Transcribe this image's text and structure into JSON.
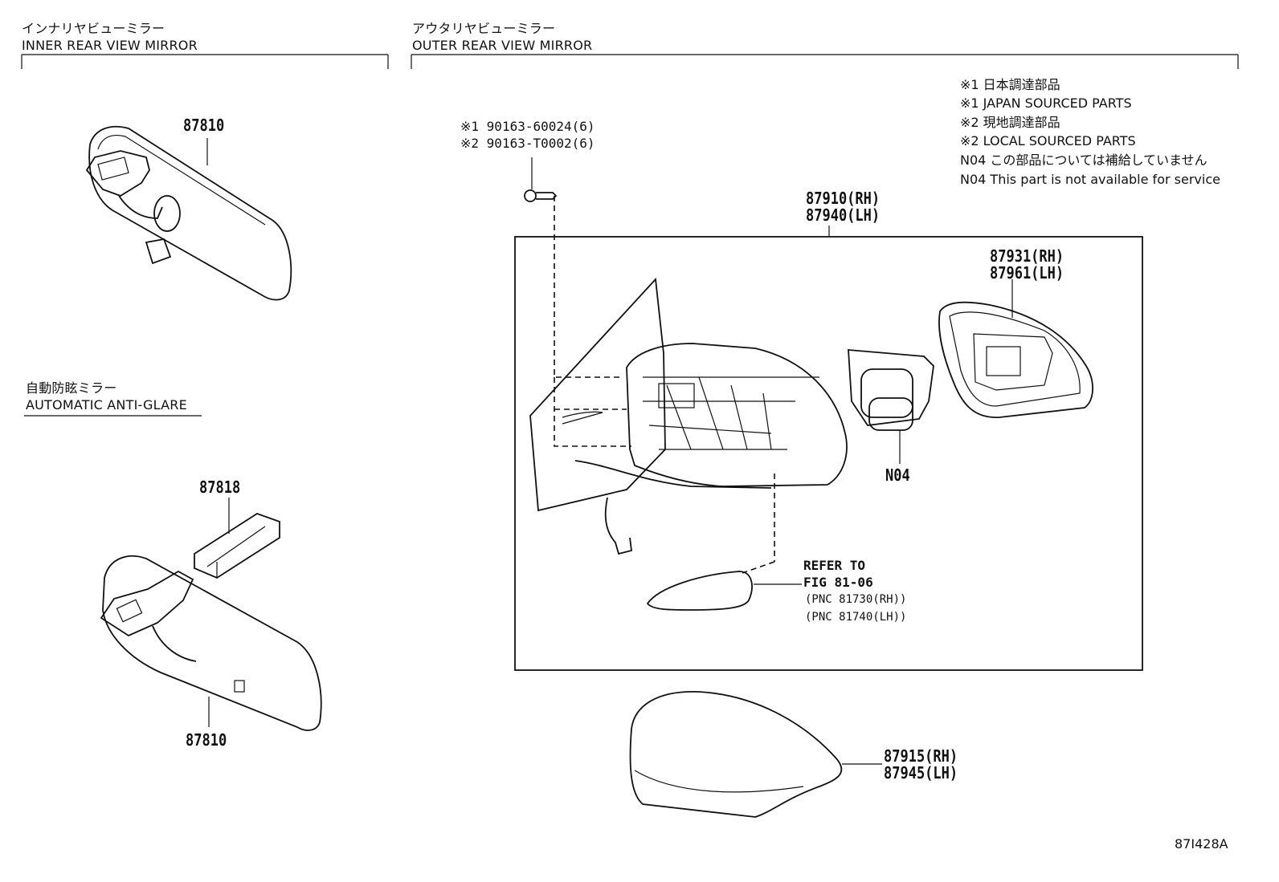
{
  "sections": {
    "inner": {
      "title_jp": "インナリヤビューミラー",
      "title_en": "INNER REAR VIEW MIRROR"
    },
    "outer": {
      "title_jp": "アウタリヤビューミラー",
      "title_en": "OUTER REAR VIEW MIRROR"
    },
    "auto": {
      "title_jp": "自動防眩ミラー",
      "title_en": "AUTOMATIC ANTI-GLARE"
    }
  },
  "legend": [
    "※1 日本調達部品",
    "※1 JAPAN SOURCED PARTS",
    "※2 現地調達部品",
    "※2 LOCAL SOURCED PARTS",
    "N04 この部品については補給していません",
    "N04 This part is not available for service"
  ],
  "screw": {
    "line1": "※1 90163-60024(6)",
    "line2": "※2 90163-T0002(6)"
  },
  "parts": {
    "inner_mirror": "87810",
    "auto_bracket": "87818",
    "auto_mirror": "87810",
    "outer_assy_rh": "87910(RH)",
    "outer_assy_lh": "87940(LH)",
    "glass_rh": "87931(RH)",
    "glass_lh": "87961(LH)",
    "actuator": "N04",
    "cover_rh": "87915(RH)",
    "cover_lh": "87945(LH)"
  },
  "refer": {
    "line1": "REFER TO",
    "line2": "FIG 81-06",
    "line3": "(PNC 81730(RH))",
    "line4": "(PNC 81740(LH))"
  },
  "figure_id": "87I428A"
}
